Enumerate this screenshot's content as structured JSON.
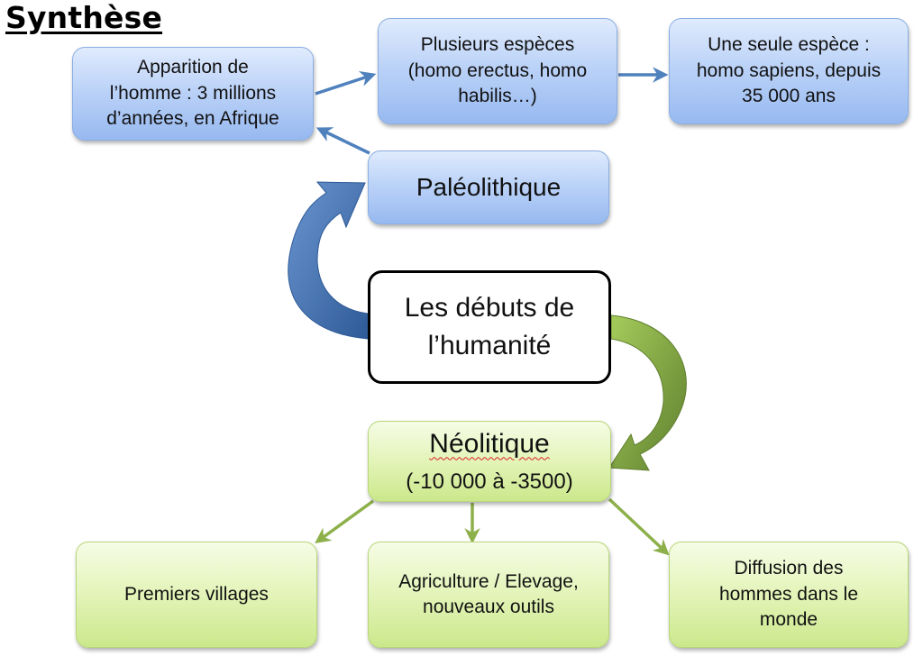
{
  "title": "Synthèse",
  "nodes": {
    "apparition": "Apparition de\nl’homme : 3 millions\nd’années, en Afrique",
    "plusieurs": "Plusieurs espèces\n(homo erectus, homo\nhabilis…)",
    "une_seule": "Une seule espèce :\nhomo sapiens, depuis\n35 000 ans",
    "paleolithique": "Paléolithique",
    "debuts": "Les débuts de\nl’humanité",
    "neolitique_title": "Néolitique",
    "neolitique_dates": "(-10 000 à -3500)",
    "villages": "Premiers villages",
    "agriculture": "Agriculture / Elevage,\nnouveaux outils",
    "diffusion": "Diffusion des\nhommes dans le\nmonde"
  },
  "colors": {
    "blue_arrow": "#4f81bd",
    "green_arrow": "#8db04a",
    "curved_blue_dark": "#2e5a97",
    "curved_blue_light": "#6a95d0",
    "curved_green_dark": "#5f7f2e",
    "curved_green_light": "#a6cc5c"
  }
}
